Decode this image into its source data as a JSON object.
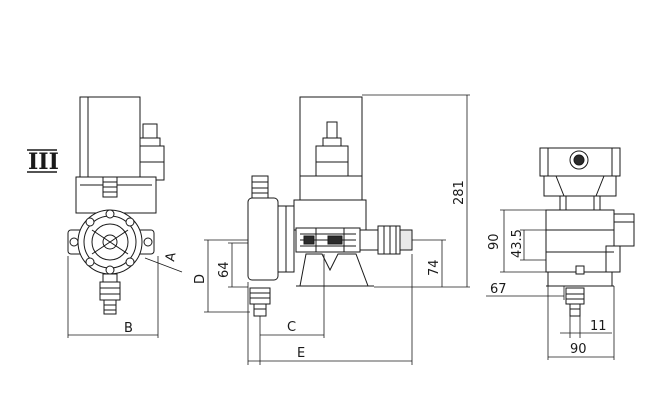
{
  "view_label": "III",
  "labels": {
    "A": "A",
    "B": "B",
    "C": "C",
    "D": "D",
    "E": "E",
    "d64": "64",
    "d74": "74",
    "d281": "281",
    "d90_vertical": "90",
    "d43_5": "43.5",
    "d67": "67",
    "d11": "11",
    "d90_horizontal": "90"
  }
}
